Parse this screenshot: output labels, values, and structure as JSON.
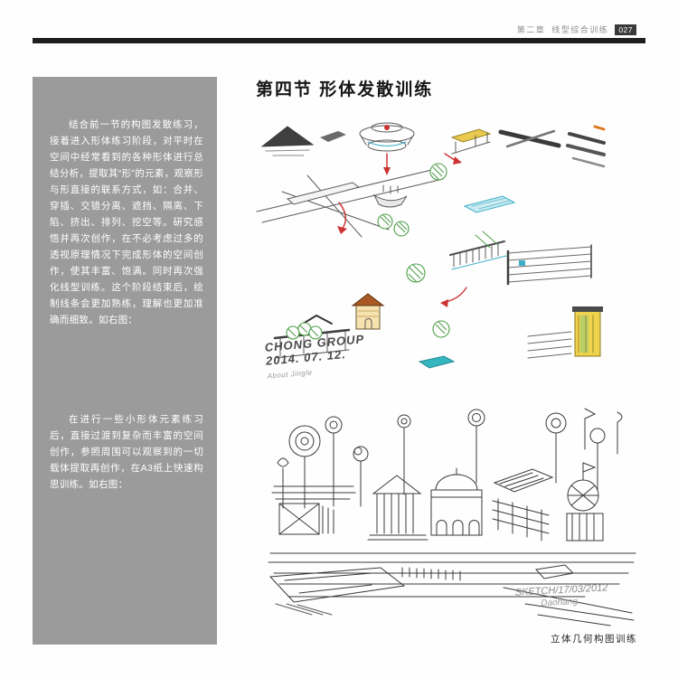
{
  "page": {
    "header": {
      "chapter": "第二章",
      "section": "线型综合训练",
      "page_number": "027"
    },
    "sidebar": {
      "paragraph1": "结合前一节的构图发散练习，接着进入形体练习阶段，对平时在空间中经常看到的各种形体进行总结分析，提取其“形”的元素，观察形与形直接的联系方式，如：合并、穿插、交错分离、遮挡、隔离、下陷、挤出、排列、挖空等。研究感悟并再次创作，在不必考虑过多的透视原理情况下完成形体的空间创作，使其丰富、饱满。同时再次强化线型训练。这个阶段结束后，绘制线条会更加熟练，理解也更加准确而细致。如右图：",
      "paragraph2": "在进行一些小形体元素练习后，直接过渡到复杂而丰富的空间创作，参照周围可以观察到的一切载体提取再创作，在A3纸上快速构思训练。如右图："
    },
    "main": {
      "title": "第四节 形体发散训练",
      "sketch1_signature_line1": "CHONG GROUP",
      "sketch1_signature_line2": "2014. 07. 12.",
      "sketch1_signature_sub": "About Jingle",
      "sketch2_signature": "SKETCH/17/03/2012",
      "sketch2_author": "Daohang.",
      "caption": "立体几何构图训练"
    },
    "colors": {
      "panel_gray": "#9b9b9b",
      "header_bar": "#1e1e1e",
      "accent_green": "#4f9f4a",
      "accent_blue": "#3ab0c8",
      "accent_red": "#cc3333",
      "accent_yellow": "#e9c94e"
    }
  }
}
